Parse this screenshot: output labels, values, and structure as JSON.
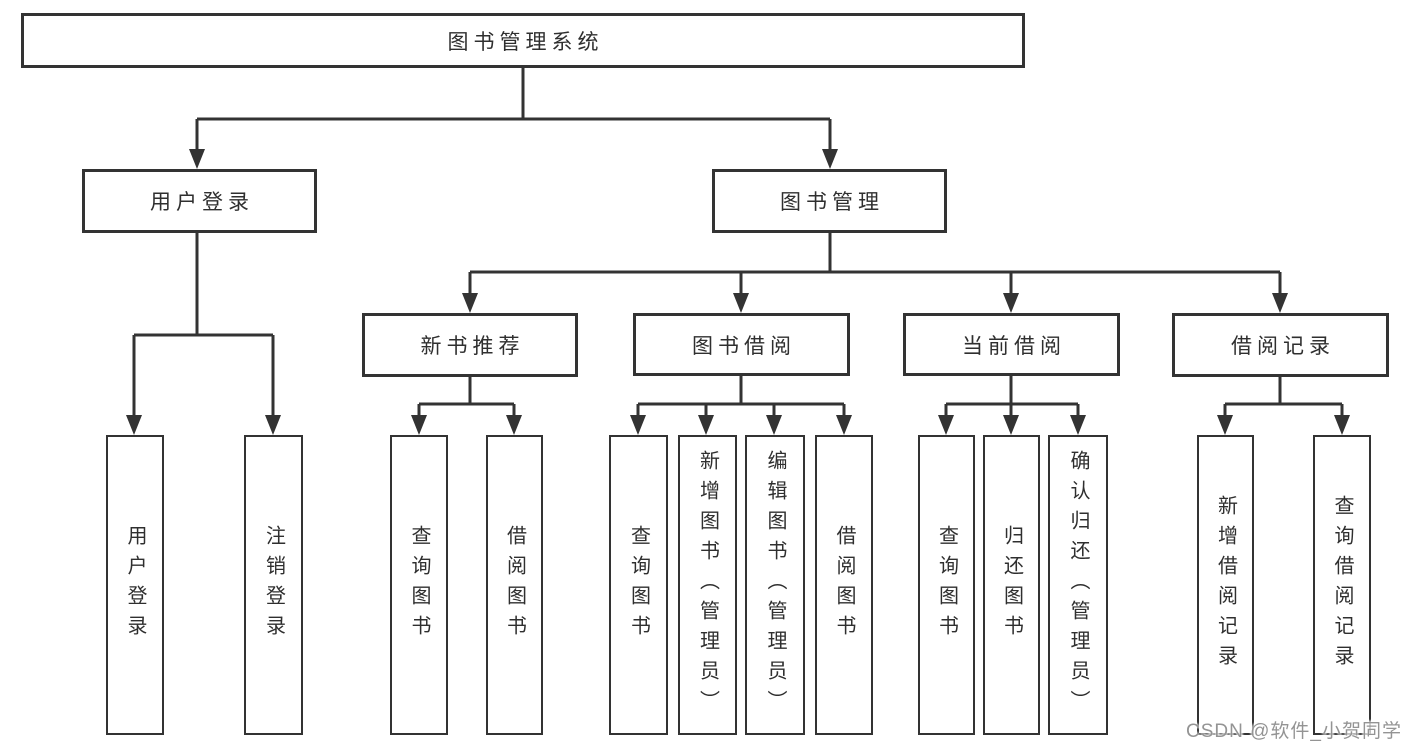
{
  "watermark": "CSDN @软件_小贺同学",
  "colors": {
    "line": "#333333",
    "text": "#2f2f2f",
    "background": "#ffffff",
    "watermark_gray": "#949494"
  },
  "tree": {
    "root": {
      "label": "图书管理系统",
      "children": [
        {
          "label": "用户登录",
          "children": [
            {
              "label": "用户登录"
            },
            {
              "label": "注销登录"
            }
          ]
        },
        {
          "label": "图书管理",
          "children": [
            {
              "label": "新书推荐",
              "children": [
                {
                  "label": "查询图书"
                },
                {
                  "label": "借阅图书"
                }
              ]
            },
            {
              "label": "图书借阅",
              "children": [
                {
                  "label": "查询图书"
                },
                {
                  "label": "新增图书（管理员）"
                },
                {
                  "label": "编辑图书（管理员）"
                },
                {
                  "label": "借阅图书"
                }
              ]
            },
            {
              "label": "当前借阅",
              "children": [
                {
                  "label": "查询图书"
                },
                {
                  "label": "归还图书"
                },
                {
                  "label": "确认归还（管理员）"
                }
              ]
            },
            {
              "label": "借阅记录",
              "children": [
                {
                  "label": "新增借阅记录"
                },
                {
                  "label": "查询借阅记录"
                }
              ]
            }
          ]
        }
      ]
    }
  }
}
